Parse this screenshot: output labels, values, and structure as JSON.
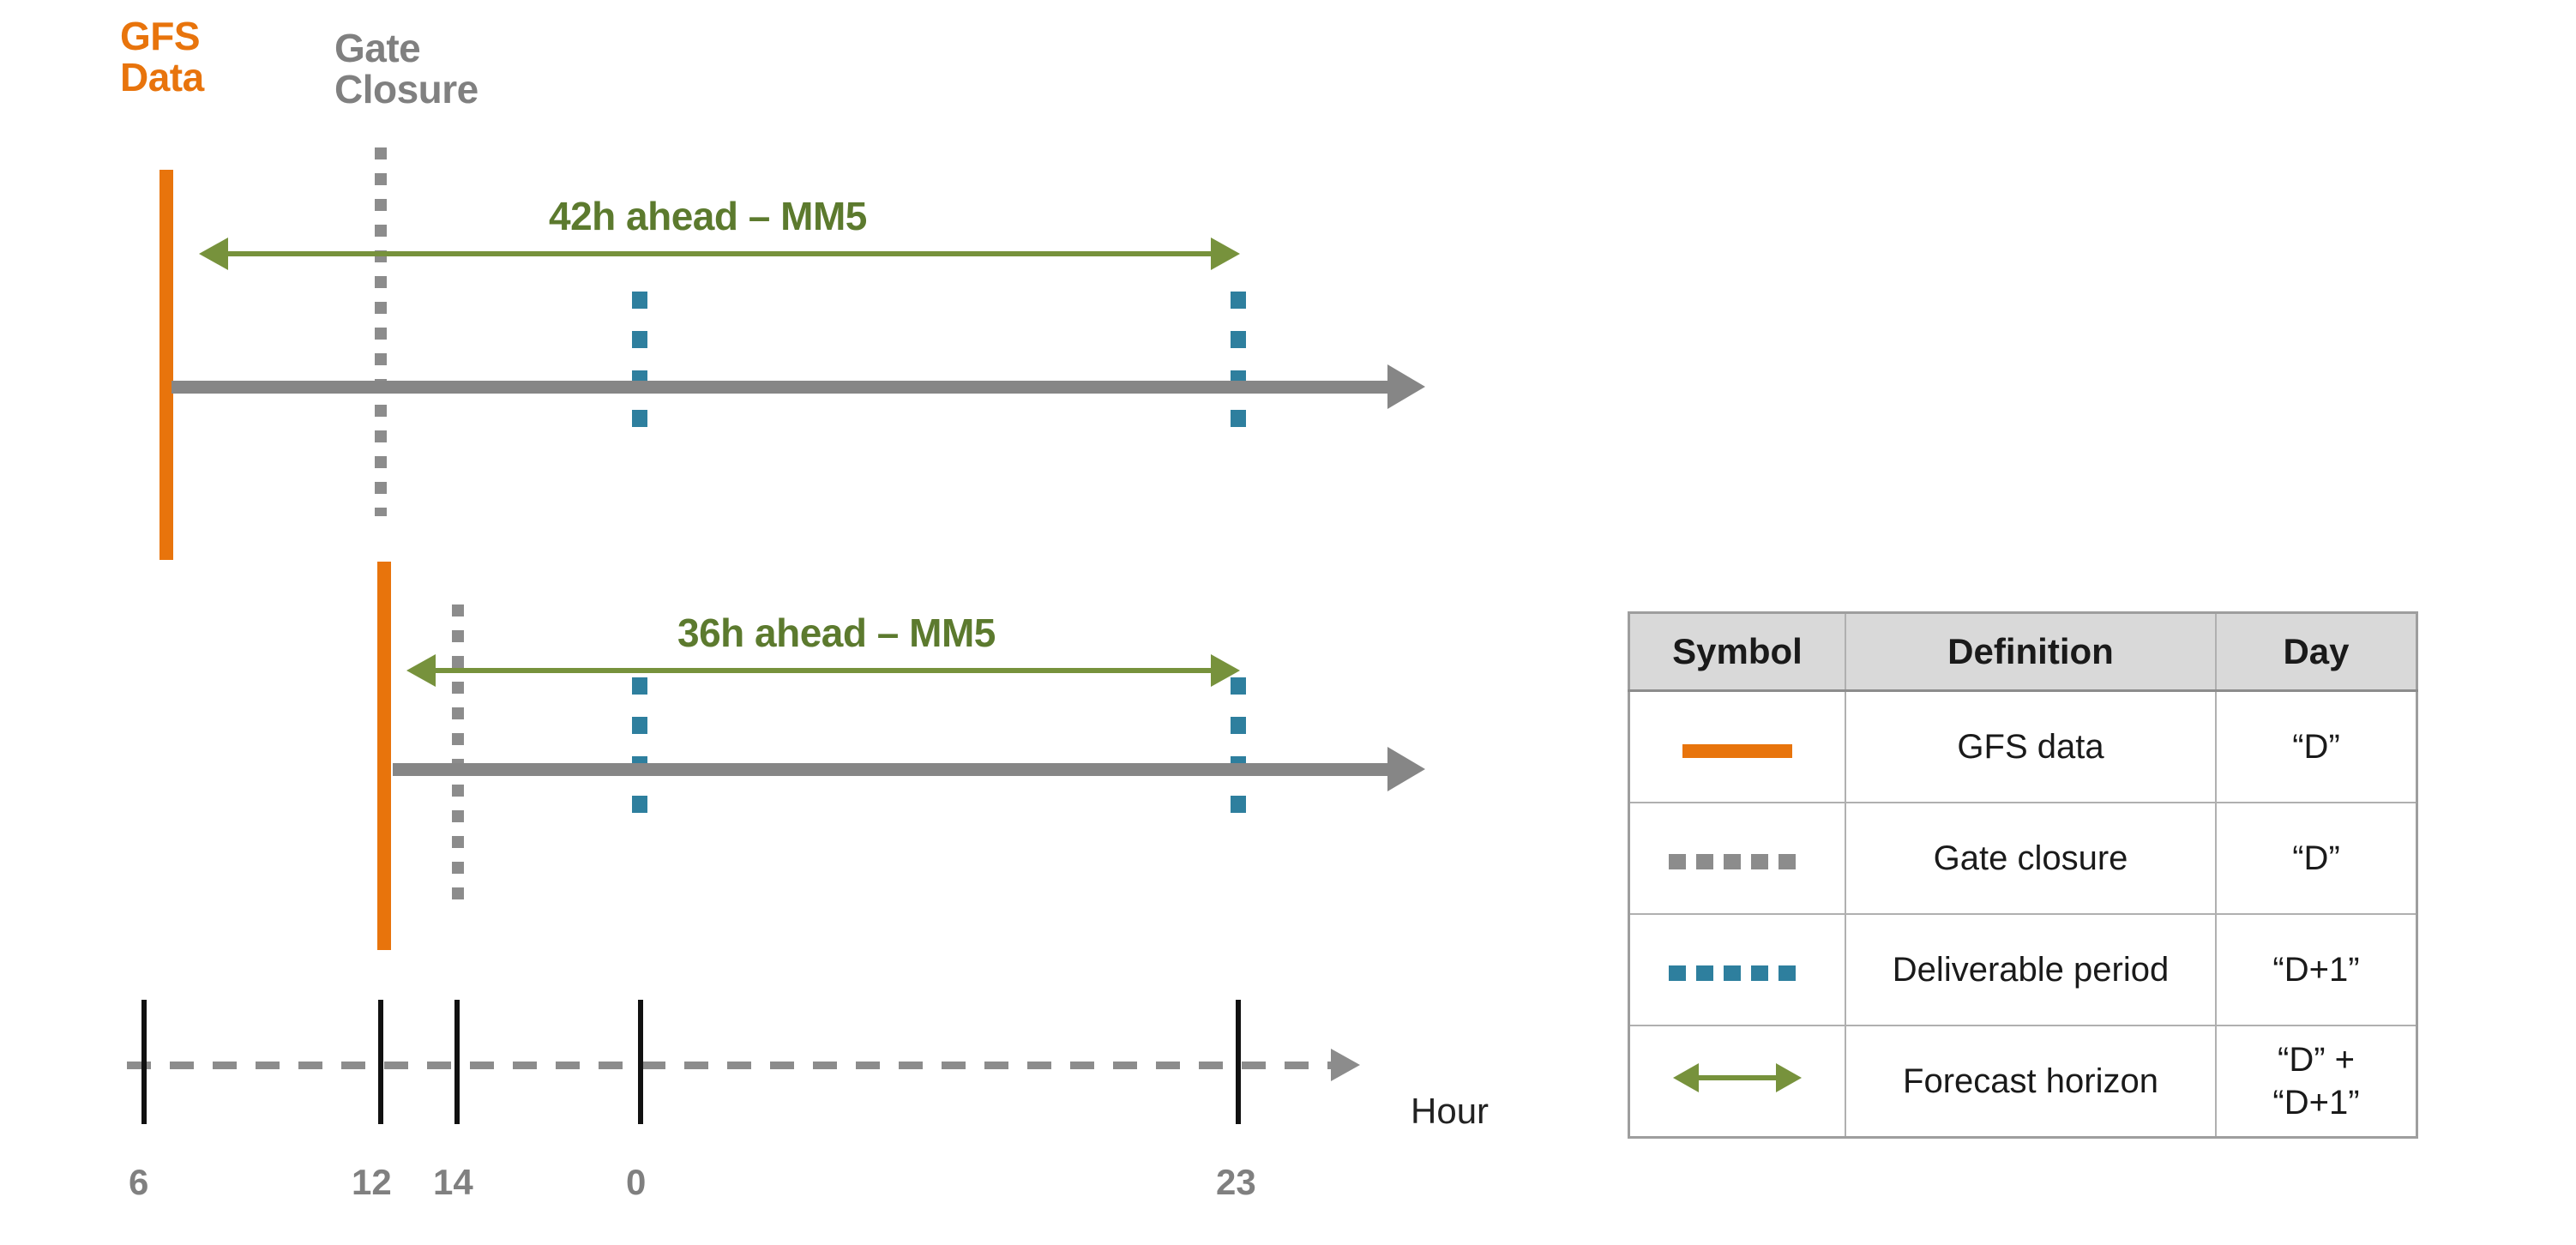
{
  "diagram": {
    "title_labels": {
      "gfs_data": "GFS\nData",
      "gate_closure": "Gate\nClosure",
      "hour_axis": "Hour"
    },
    "rows": [
      {
        "horizon_label": "42h ahead – MM5"
      },
      {
        "horizon_label": "36h ahead – MM5"
      }
    ],
    "axis": {
      "ticks": [
        "6",
        "12",
        "14",
        "0",
        "23"
      ],
      "unit_label": "Hour"
    },
    "colors": {
      "gfs_orange": "#E8740C",
      "gate_gray": "#8C8C8C",
      "deliverable_blue": "#2E7F9E",
      "forecast_green": "#77923C",
      "timeline_gray": "#868686"
    }
  },
  "legend": {
    "headers": [
      "Symbol",
      "Definition",
      "Day"
    ],
    "rows": [
      {
        "symbol": "orange-solid-line",
        "definition": "GFS data",
        "day": "“D”"
      },
      {
        "symbol": "gray-dotted-line",
        "definition": "Gate closure",
        "day": "“D”"
      },
      {
        "symbol": "blue-dotted-line",
        "definition": "Deliverable period",
        "day": "“D+1”"
      },
      {
        "symbol": "green-double-arrow",
        "definition": "Forecast horizon",
        "day": "“D” +\n“D+1”"
      }
    ]
  }
}
